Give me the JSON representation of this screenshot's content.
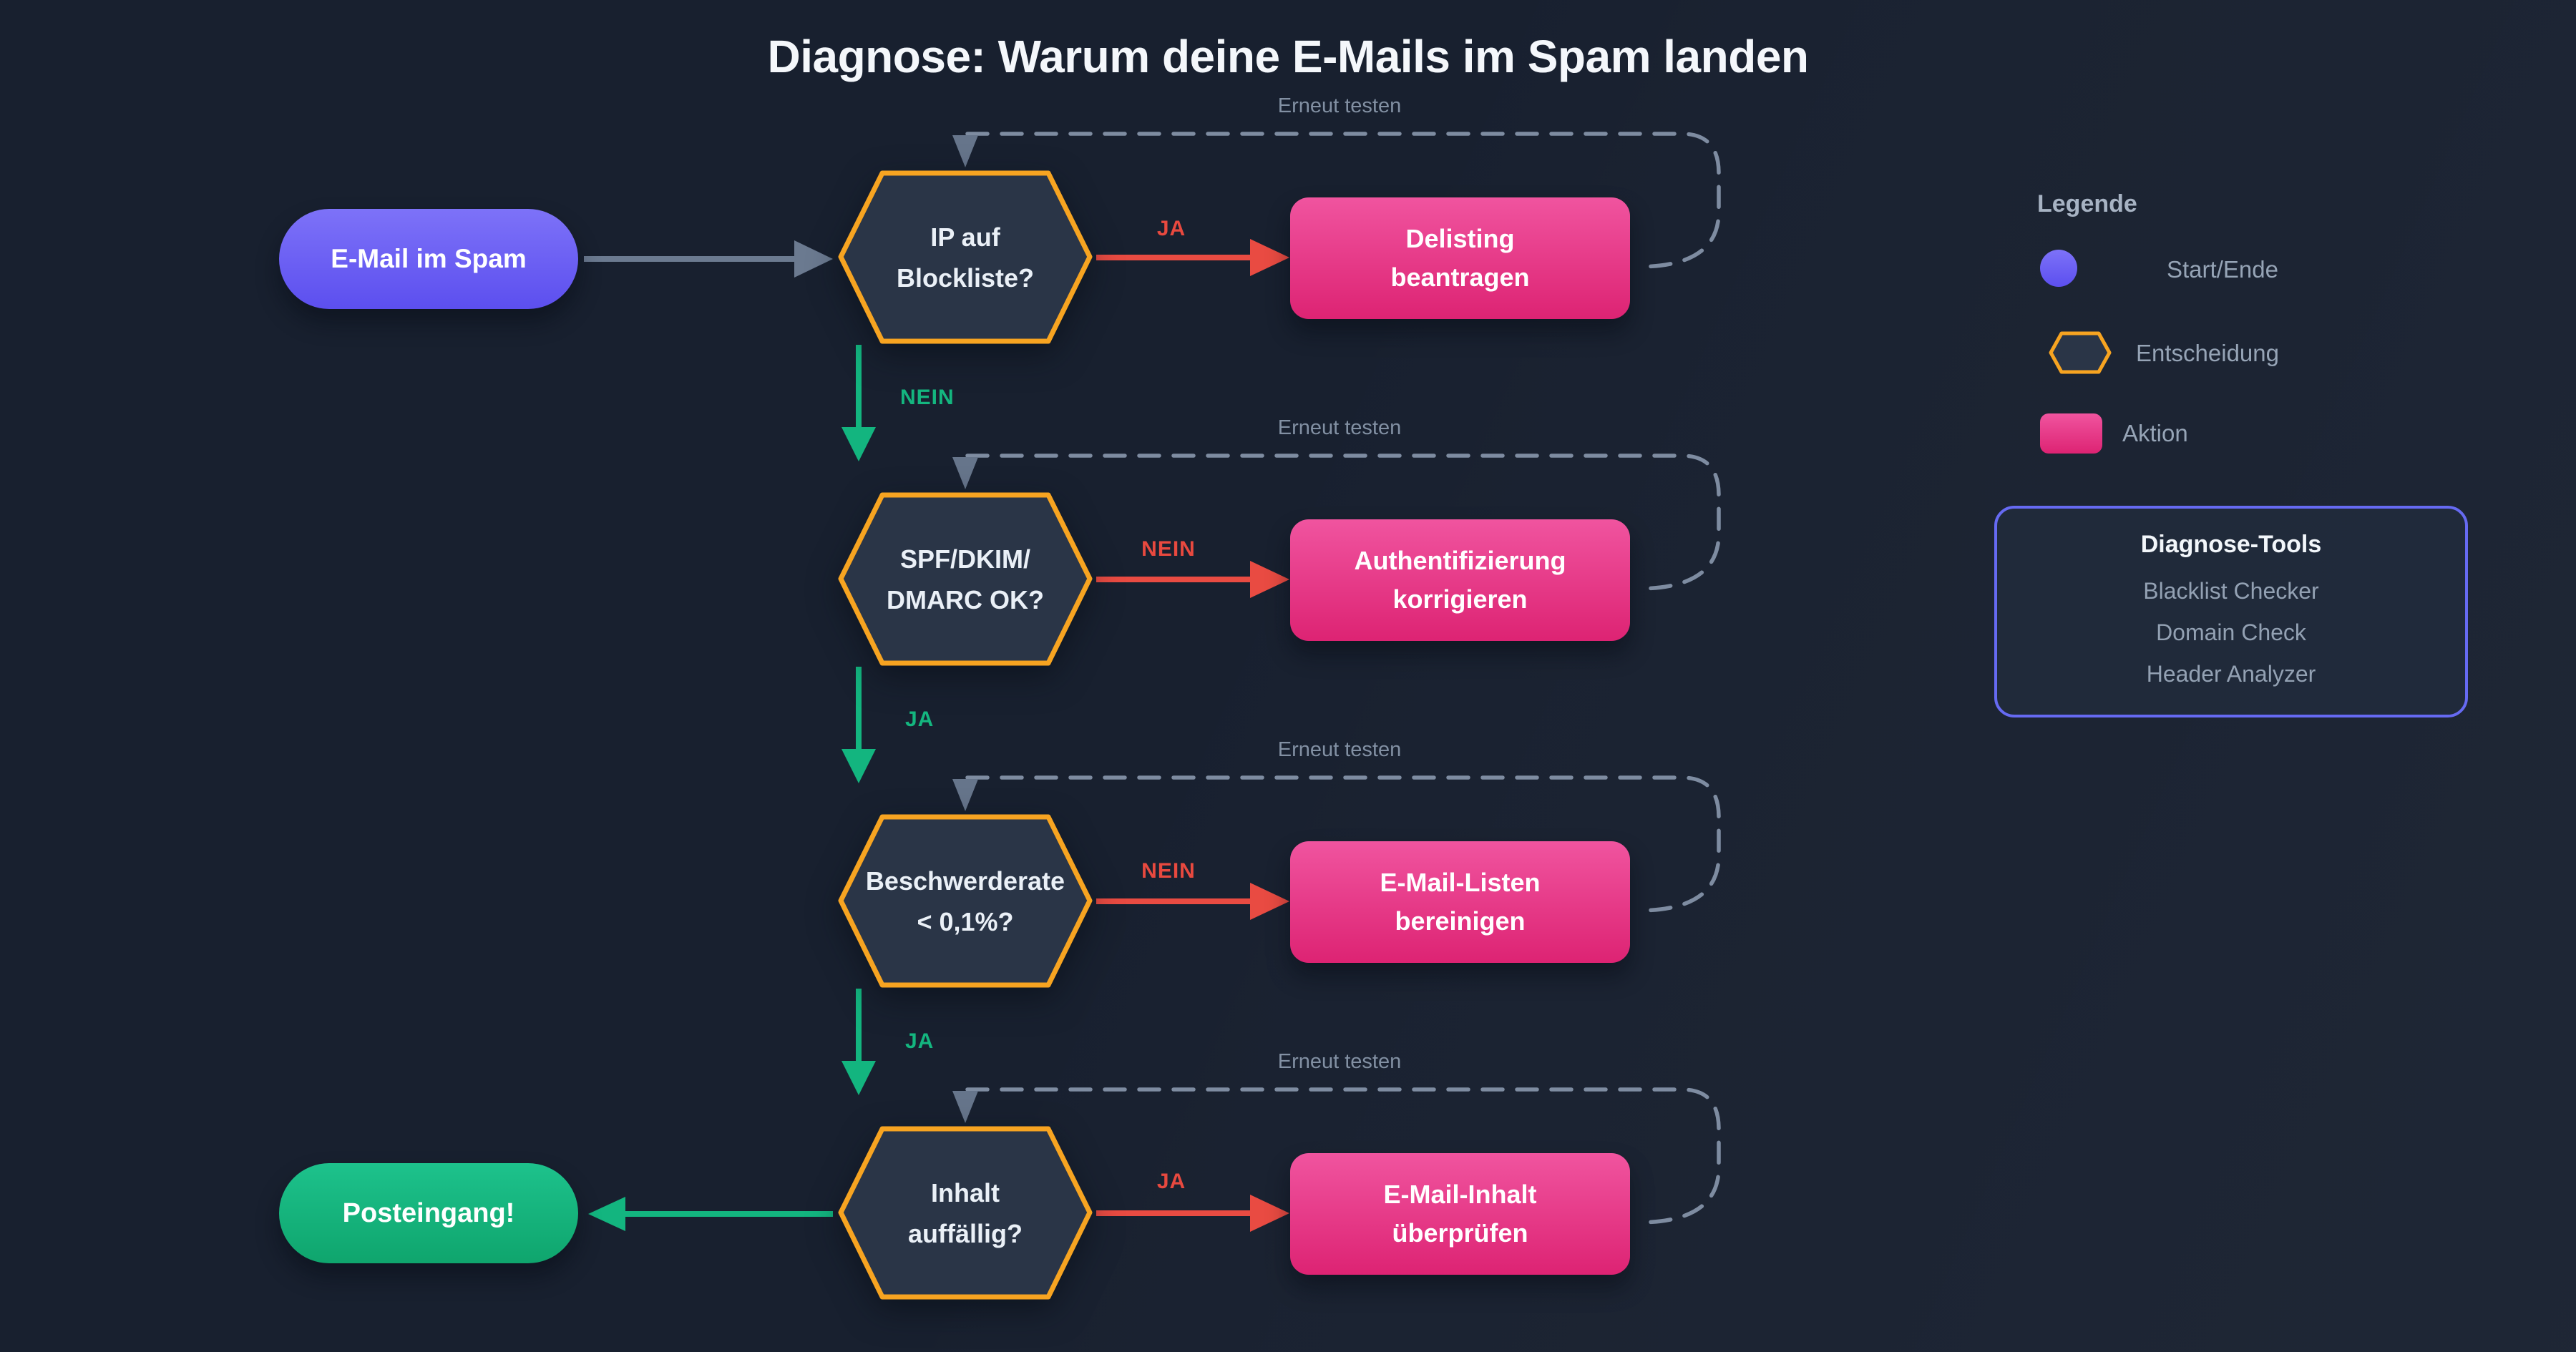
{
  "title": "Diagnose: Warum deine E-Mails im Spam landen",
  "nodes": {
    "start": {
      "label": "E-Mail im Spam"
    },
    "end": {
      "label": "Posteingang!"
    },
    "decisions": [
      {
        "line1": "IP auf",
        "line2": "Blockliste?"
      },
      {
        "line1": "SPF/DKIM/",
        "line2": "DMARC OK?"
      },
      {
        "line1": "Beschwerderate",
        "line2": "< 0,1%?"
      },
      {
        "line1": "Inhalt",
        "line2": "auffällig?"
      }
    ],
    "actions": [
      {
        "line1": "Delisting",
        "line2": "beantragen"
      },
      {
        "line1": "Authentifizierung",
        "line2": "korrigieren"
      },
      {
        "line1": "E-Mail-Listen",
        "line2": "bereinigen"
      },
      {
        "line1": "E-Mail-Inhalt",
        "line2": "überprüfen"
      }
    ]
  },
  "branches": {
    "d1": {
      "right": "JA",
      "down": "NEIN"
    },
    "d2": {
      "right": "NEIN",
      "down": "JA"
    },
    "d3": {
      "right": "NEIN",
      "down": "JA"
    },
    "d4": {
      "right": "JA"
    }
  },
  "retry_label": "Erneut testen",
  "legend": {
    "title": "Legende",
    "items": [
      {
        "label": "Start/Ende"
      },
      {
        "label": "Entscheidung"
      },
      {
        "label": "Aktion"
      }
    ]
  },
  "tools": {
    "title": "Diagnose-Tools",
    "items": [
      "Blacklist Checker",
      "Domain Check",
      "Header Analyzer"
    ]
  },
  "colors": {
    "background": "#18202F",
    "decision_border": "#F7A421",
    "decision_fill": "#2A3547",
    "action_pink_top": "#F0549F",
    "action_pink_bottom": "#DD2373",
    "start_purple": "#6C5FF3",
    "end_green": "#14B67F",
    "yes_no_red": "#E8493F",
    "yes_no_green": "#14B67F",
    "arrow_gray": "#6B7A90",
    "dashed_loop": "#7E8CA1",
    "tools_border": "#666AF2"
  }
}
